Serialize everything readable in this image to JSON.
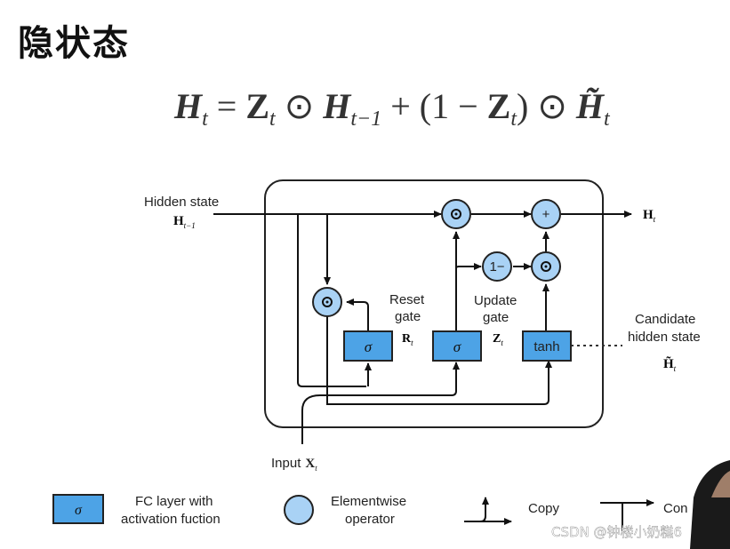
{
  "page": {
    "title": "隐状态"
  },
  "formula": {
    "text": "H_t = Z_t ⊙ H_{t−1} + (1 − Z_t) ⊙ H̃_t"
  },
  "diagram": {
    "hidden_state_label": "Hidden state",
    "hidden_state_symbol": "H",
    "hidden_state_sub": "t−1",
    "output_symbol": "H",
    "output_sub": "t",
    "reset_gate_label_1": "Reset",
    "reset_gate_label_2": "gate",
    "reset_symbol": "R",
    "reset_sub": "t",
    "update_gate_label_1": "Update",
    "update_gate_label_2": "gate",
    "update_symbol": "Z",
    "update_sub": "t",
    "candidate_label_1": "Candidate",
    "candidate_label_2": "hidden state",
    "candidate_symbol": "H̃",
    "candidate_sub": "t",
    "input_label": "Input",
    "input_symbol": "X",
    "input_sub": "t",
    "sigma": "σ",
    "tanh": "tanh",
    "one_minus": "1−",
    "plus": "+"
  },
  "legend": {
    "fc_sigma": "σ",
    "fc_line1": "FC layer with",
    "fc_line2": "activation fuction",
    "elem_line1": "Elementwise",
    "elem_line2": "operator",
    "copy": "Copy",
    "concat": "Con"
  },
  "watermark": "CSDN @钟楼小奶糕6",
  "colors": {
    "gate_fill": "#4da3e6",
    "op_fill": "#a9d2f5",
    "stroke": "#222222"
  }
}
